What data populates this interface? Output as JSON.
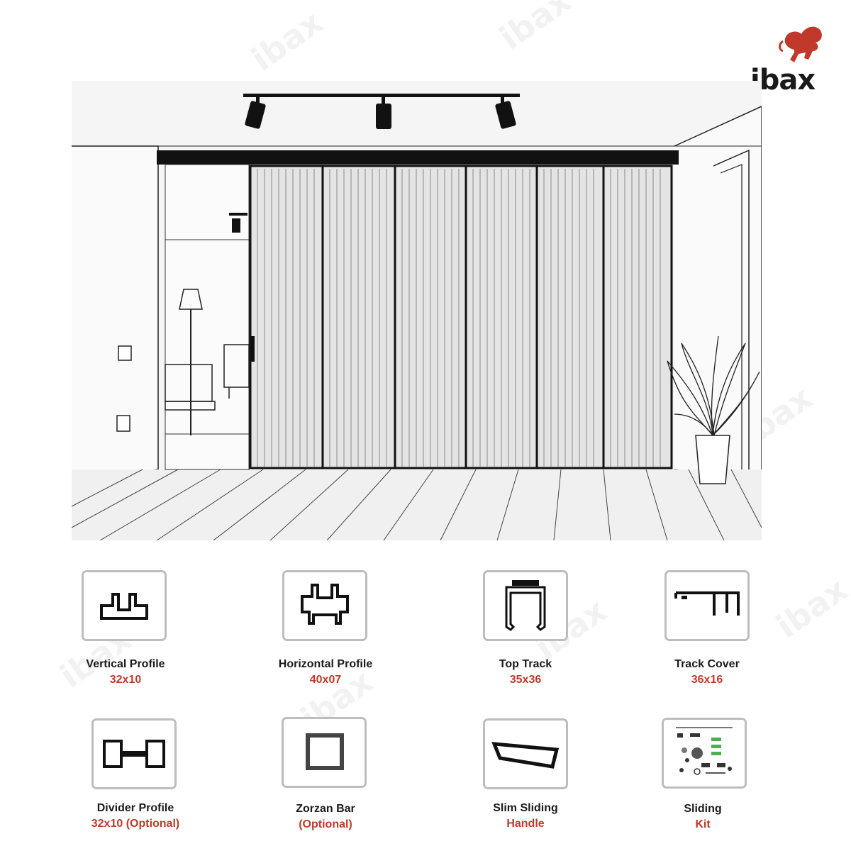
{
  "brand": {
    "name": "ibax",
    "watermark": "ibax"
  },
  "colors": {
    "accent": "#c0392b",
    "text": "#1a1a1a",
    "tile_border": "#bdbdbd"
  },
  "components": [
    {
      "name": "Vertical Profile",
      "spec": "32x10",
      "icon": "vertical-profile-icon"
    },
    {
      "name": "Horizontal Profile",
      "spec": "40x07",
      "icon": "horizontal-profile-icon"
    },
    {
      "name": "Top Track",
      "spec": "35x36",
      "icon": "top-track-icon"
    },
    {
      "name": "Track Cover",
      "spec": "36x16",
      "icon": "track-cover-icon"
    },
    {
      "name": "Divider Profile",
      "spec": "32x10 (Optional)",
      "icon": "divider-profile-icon"
    },
    {
      "name": "Zorzan Bar",
      "spec": "(Optional)",
      "icon": "zorzan-bar-icon"
    },
    {
      "name": "Slim Sliding",
      "spec": "Handle",
      "icon": "sliding-handle-icon"
    },
    {
      "name": "Sliding",
      "spec": "Kit",
      "icon": "sliding-kit-icon"
    }
  ]
}
